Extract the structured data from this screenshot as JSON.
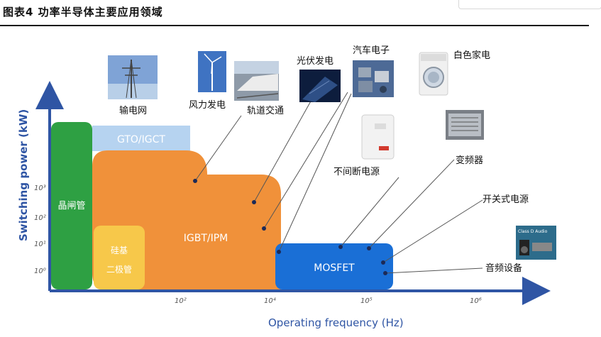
{
  "figure": {
    "title": "图表4  功率半导体主要应用领域",
    "xlabel": "Operating frequency (Hz)",
    "ylabel": "Switching power (kW)",
    "xticks": [
      "10²",
      "10⁴",
      "10⁵",
      "10⁶"
    ],
    "yticks": [
      "10³",
      "10²",
      "10¹",
      "10⁰"
    ]
  },
  "regions": {
    "thyristor": "晶闸管",
    "gto": "GTO/IGCT",
    "igbt": "IGBT/IPM",
    "diode_line1": "硅基",
    "diode_line2": "二极管",
    "mosfet": "MOSFET"
  },
  "applications": {
    "grid": "输电网",
    "wind": "风力发电",
    "rail": "轨道交通",
    "pv": "光伏发电",
    "auto": "汽车电子",
    "appliance": "白色家电",
    "ups": "不间断电源",
    "inverter": "变频器",
    "smps": "开关式电源",
    "audio": "音频设备",
    "audio_badge": "Class D Audio"
  },
  "colors": {
    "thyristor": "#2ea043",
    "gto": "#b6d3f0",
    "igbt": "#f0913a",
    "diode": "#f7c84a",
    "mosfet": "#1a6fd6",
    "axis": "#2f55a4"
  }
}
